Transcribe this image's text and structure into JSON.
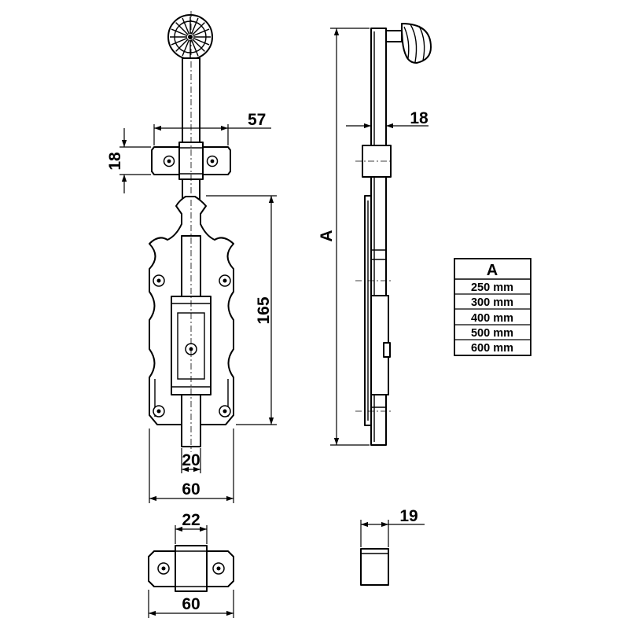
{
  "dimensions": {
    "bracket_width": "57",
    "bracket_height": "18",
    "plate_height": "165",
    "bolt_width": "20",
    "plate_width": "60",
    "keeper_inner": "22",
    "keeper_width": "60",
    "bolt_thickness": "18",
    "total_length": "A",
    "keeper_depth": "19"
  },
  "size_table": {
    "header": "A",
    "rows": [
      "250 mm",
      "300 mm",
      "400 mm",
      "500 mm",
      "600 mm"
    ]
  }
}
